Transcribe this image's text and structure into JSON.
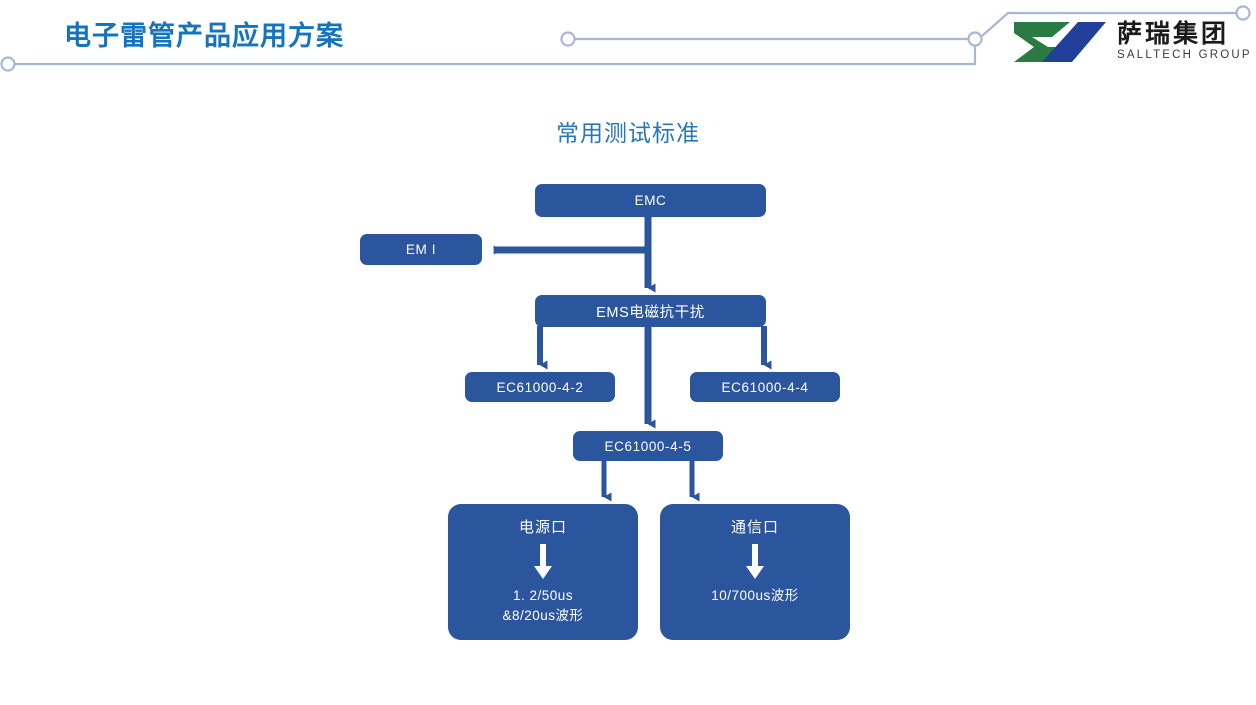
{
  "header": {
    "title": "电子雷管产品应用方案",
    "title_color": "#1474bd",
    "trace_color": "#aab6d8",
    "node_dots": 4
  },
  "brand": {
    "name_cn": "萨瑞集团",
    "name_en": "SALLTECH GROUP",
    "mark_green": "#2a7a43",
    "mark_blue": "#22409a"
  },
  "slide": {
    "subtitle": "常用测试标准",
    "subtitle_color": "#2a77b5"
  },
  "diagram": {
    "node_fill": "#2b559c",
    "node_text_color": "#ffffff",
    "arrow_color": "#2b559c",
    "nodes": [
      {
        "id": "emc",
        "label": "EMC"
      },
      {
        "id": "emi",
        "label": "EM I"
      },
      {
        "id": "ems",
        "label": "EMS电磁抗干扰"
      },
      {
        "id": "ec-4-2",
        "label": "EC61000-4-2"
      },
      {
        "id": "ec-4-4",
        "label": "EC61000-4-4"
      },
      {
        "id": "ec-4-5",
        "label": "EC61000-4-5"
      },
      {
        "id": "power-port",
        "title": "电源口",
        "detail_line1": "1. 2/50us",
        "detail_line2": "&8/20us波形"
      },
      {
        "id": "comm-port",
        "title": "通信口",
        "detail_line1": "10/700us波形",
        "detail_line2": ""
      }
    ]
  }
}
